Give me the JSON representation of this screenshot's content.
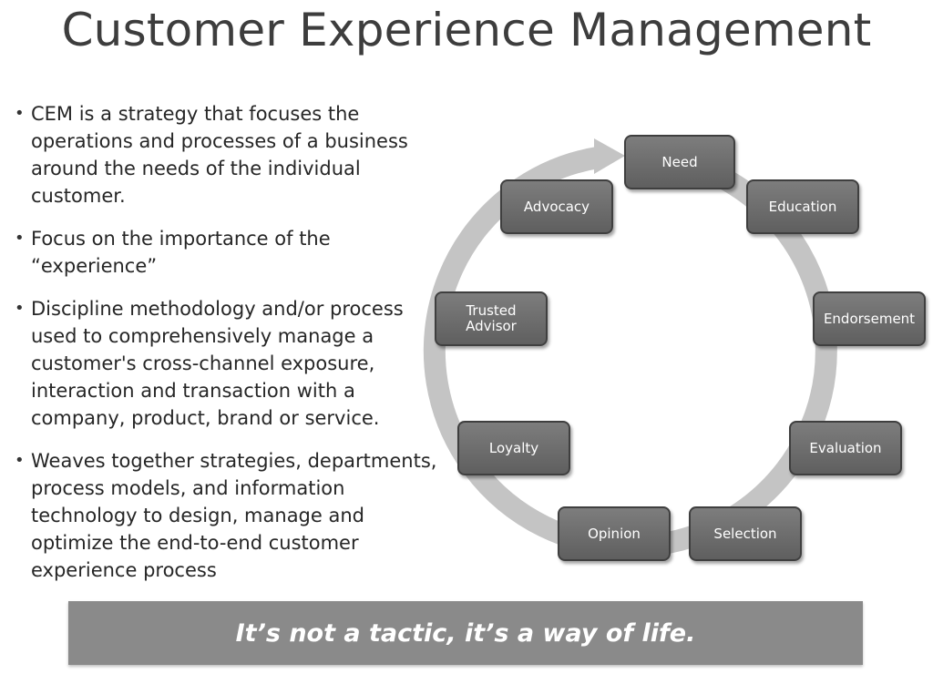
{
  "title": "Customer Experience Management",
  "bullets": [
    "CEM is a strategy that focuses the operations and processes of a business around the needs of the individual customer.",
    "Focus on the importance of the “experience”",
    "Discipline methodology and/or process used to comprehensively manage a customer's cross-channel exposure, interaction and transaction with a company, product, brand or service.",
    "Weaves together strategies, departments, process models, and information technology to design, manage and optimize the end-to-end customer experience process"
  ],
  "cycle": {
    "stages": [
      "Need",
      "Education",
      "Endorsement",
      "Evaluation",
      "Selection",
      "Opinion",
      "Loyalty",
      "Trusted Advisor",
      "Advocacy"
    ]
  },
  "banner": "It’s not a tactic, it’s a way of life.",
  "colors": {
    "node_fill": "#6e6e6e",
    "ring": "#c4c4c4",
    "banner": "#8a8a8a"
  }
}
